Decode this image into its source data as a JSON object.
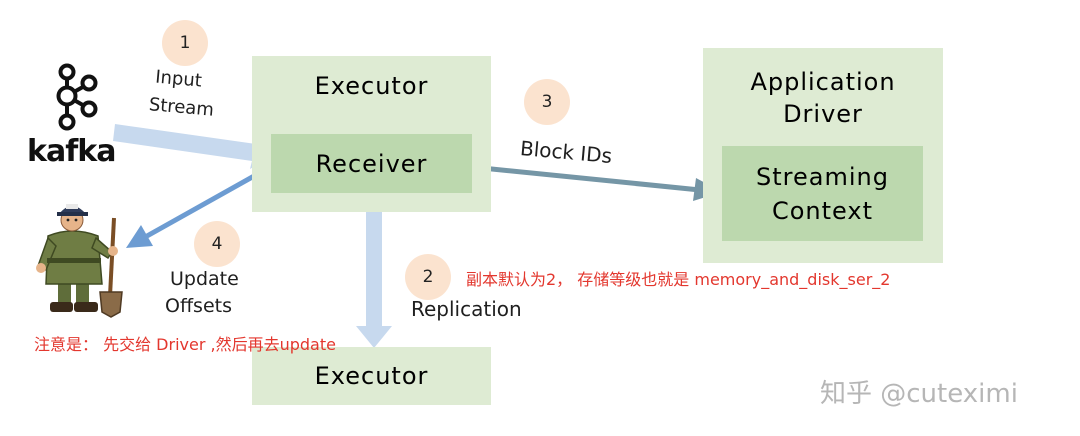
{
  "logo": {
    "name": "kafka"
  },
  "steps": [
    {
      "num": "1",
      "label_lines": [
        "Input",
        "Stream"
      ]
    },
    {
      "num": "2",
      "label_lines": [
        "Replication"
      ]
    },
    {
      "num": "3",
      "label_lines": [
        "Block IDs"
      ]
    },
    {
      "num": "4",
      "label_lines": [
        "Update",
        "Offsets"
      ]
    }
  ],
  "boxes": {
    "executor_main": "Executor",
    "receiver": "Receiver",
    "executor_replica": "Executor",
    "app_driver_lines": [
      "Application",
      "Driver"
    ],
    "streaming_context_lines": [
      "Streaming",
      "Context"
    ]
  },
  "notes": {
    "replication_note": "副本默认为2， 存储等级也就是 memory_and_disk_ser_2",
    "offsets_note": "注意是： 先交给 Driver ,然后再去update"
  },
  "watermark": "知乎 @cuteximi",
  "colors": {
    "box_light": "#deebd3",
    "box_dark": "#bcd8ae",
    "arrow_light_blue": "#c7d9ee",
    "arrow_blue": "#6d9cd2",
    "arrow_slate": "#7596a6",
    "badge": "#fbe3cf",
    "note_red": "#e3372e"
  }
}
